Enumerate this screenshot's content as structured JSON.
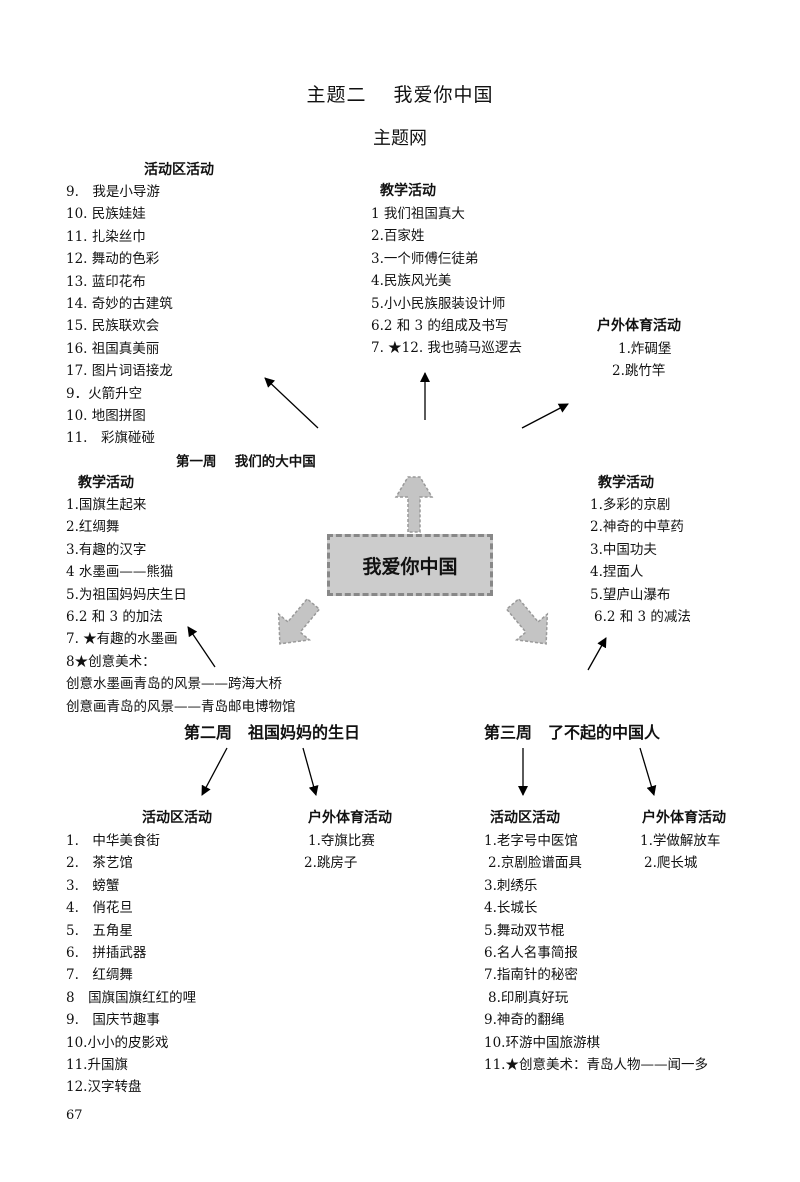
{
  "title": "主题二　 我爱你中国",
  "subtitle": "主题网",
  "center_label": "我爱你中国",
  "page_number": "67",
  "top": {
    "area_activities": {
      "heading": "活动区活动",
      "items": [
        "9.　我是小导游",
        "10. 民族娃娃",
        "11. 扎染丝巾",
        "12. 舞动的色彩",
        "13. 蓝印花布",
        "14. 奇妙的古建筑",
        "15. 民族联欢会",
        "16. 祖国真美丽",
        "17. 图片词语接龙",
        "9．火箭升空",
        "10. 地图拼图",
        "11.　彩旗碰碰"
      ]
    },
    "teaching": {
      "heading": "教学活动",
      "items": [
        "1 我们祖国真大",
        "2.百家姓",
        "3.一个师傅仨徒弟",
        "4.民族风光美",
        "5.小小民族服装设计师",
        "6.2 和 3 的组成及书写",
        "7. ★12. 我也骑马巡逻去"
      ]
    },
    "outdoor": {
      "heading": "户外体育活动",
      "items": [
        "1.炸碉堡",
        "2.跳竹竿"
      ]
    }
  },
  "week1": {
    "title": "第一周　 我们的大中国",
    "teaching_heading": "教学活动",
    "teaching_items": [
      "1.国旗生起来",
      "2.红绸舞",
      "3.有趣的汉字",
      "4 水墨画——熊猫",
      "5.为祖国妈妈庆生日",
      "6.2 和 3 的加法",
      "7. ★有趣的水墨画",
      "8★创意美术：",
      "创意水墨画青岛的风景——跨海大桥",
      "创意画青岛的风景——青岛邮电博物馆"
    ]
  },
  "right_teaching": {
    "heading": "教学活动",
    "items": [
      "1.多彩的京剧",
      "2.神奇的中草药",
      "3.中国功夫",
      "4.捏面人",
      "5.望庐山瀑布",
      "6.2 和 3 的减法"
    ]
  },
  "week2": {
    "title": "第二周　祖国妈妈的生日",
    "area_heading": "活动区活动",
    "area_items": [
      "1.　中华美食街",
      "2.　茶艺馆",
      "3.　螃蟹",
      "4.　俏花旦",
      "5.　五角星",
      "6.　拼插武器",
      "7.　红绸舞",
      "8　国旗国旗红红的哩",
      "9.　国庆节趣事",
      "10.小小的皮影戏",
      "11.升国旗",
      "12.汉字转盘"
    ],
    "outdoor_heading": "户外体育活动",
    "outdoor_items": [
      "1.夺旗比赛",
      "2.跳房子"
    ]
  },
  "week3": {
    "title": "第三周　了不起的中国人",
    "area_heading": "活动区活动",
    "area_items": [
      "1.老字号中医馆",
      "2.京剧脸谱面具",
      "3.刺绣乐",
      "4.长城长",
      "5.舞动双节棍",
      "6.名人名事简报",
      "7.指南针的秘密",
      "8.印刷真好玩",
      "9.神奇的翻绳",
      "10.环游中国旅游棋",
      "11.★创意美术：青岛人物——闻一多"
    ],
    "outdoor_heading": "户外体育活动",
    "outdoor_items": [
      "1.学做解放车",
      "2.爬长城"
    ]
  }
}
